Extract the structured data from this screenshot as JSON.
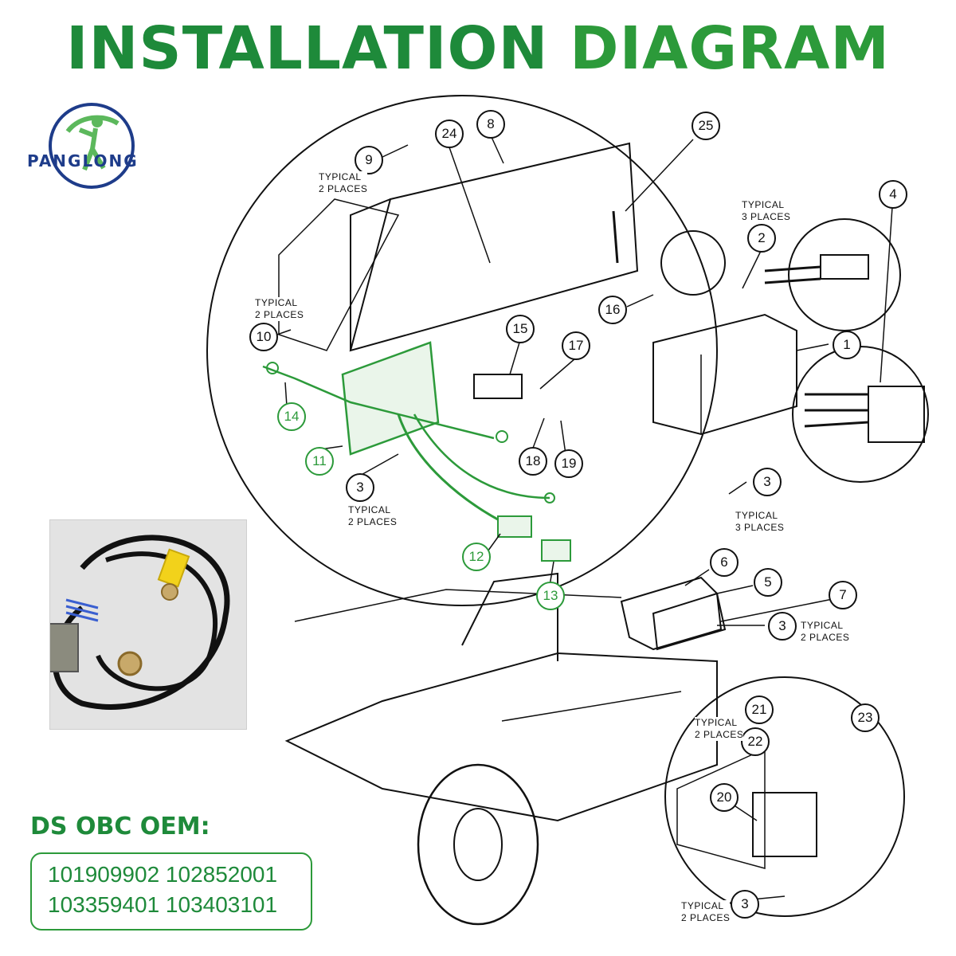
{
  "title": {
    "part1": "INSTALLATION",
    "part2": "DIAGRAM"
  },
  "logo": {
    "text": "PANGLONG"
  },
  "callouts": {
    "c1": "1",
    "c2": "2",
    "c3a": "3",
    "c3b": "3",
    "c3c": "3",
    "c3d": "3",
    "c4": "4",
    "c5": "5",
    "c6": "6",
    "c7": "7",
    "c8": "8",
    "c9": "9",
    "c10": "10",
    "c11": "11",
    "c12": "12",
    "c13": "13",
    "c14": "14",
    "c15": "15",
    "c16": "16",
    "c17": "17",
    "c18": "18",
    "c19": "19",
    "c20": "20",
    "c21": "21",
    "c22": "22",
    "c23": "23",
    "c24": "24",
    "c25": "25"
  },
  "notes": {
    "typical": "TYPICAL",
    "places2": "2 PLACES",
    "places3": "3 PLACES"
  },
  "oem": {
    "label": "DS OBC OEM:",
    "line1": "101909902 102852001",
    "line2": "103359401 103403101"
  },
  "colors": {
    "green": "#2c9a3a",
    "dark_green": "#1e8a3a",
    "blue": "#1e3c8a"
  }
}
